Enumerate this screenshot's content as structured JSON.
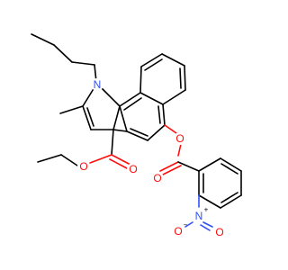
{
  "molecule": {
    "atoms": [
      {
        "id": "N1",
        "symbol": "N",
        "color": "#3050f8"
      },
      {
        "id": "O_ester_carbonyl",
        "symbol": "O",
        "color": "#ff0d0d"
      },
      {
        "id": "O_ester_ether",
        "symbol": "O",
        "color": "#ff0d0d"
      },
      {
        "id": "O_aryl_ester",
        "symbol": "O",
        "color": "#ff0d0d"
      },
      {
        "id": "O_benzoate_carbonyl",
        "symbol": "O",
        "color": "#ff0d0d"
      },
      {
        "id": "N_nitro",
        "symbol": "N",
        "color": "#3050f8",
        "charge": "+"
      },
      {
        "id": "O_nitro_minus",
        "symbol": "O",
        "color": "#ff0d0d",
        "charge": "−"
      },
      {
        "id": "O_nitro_double",
        "symbol": "O",
        "color": "#ff0d0d"
      }
    ]
  }
}
